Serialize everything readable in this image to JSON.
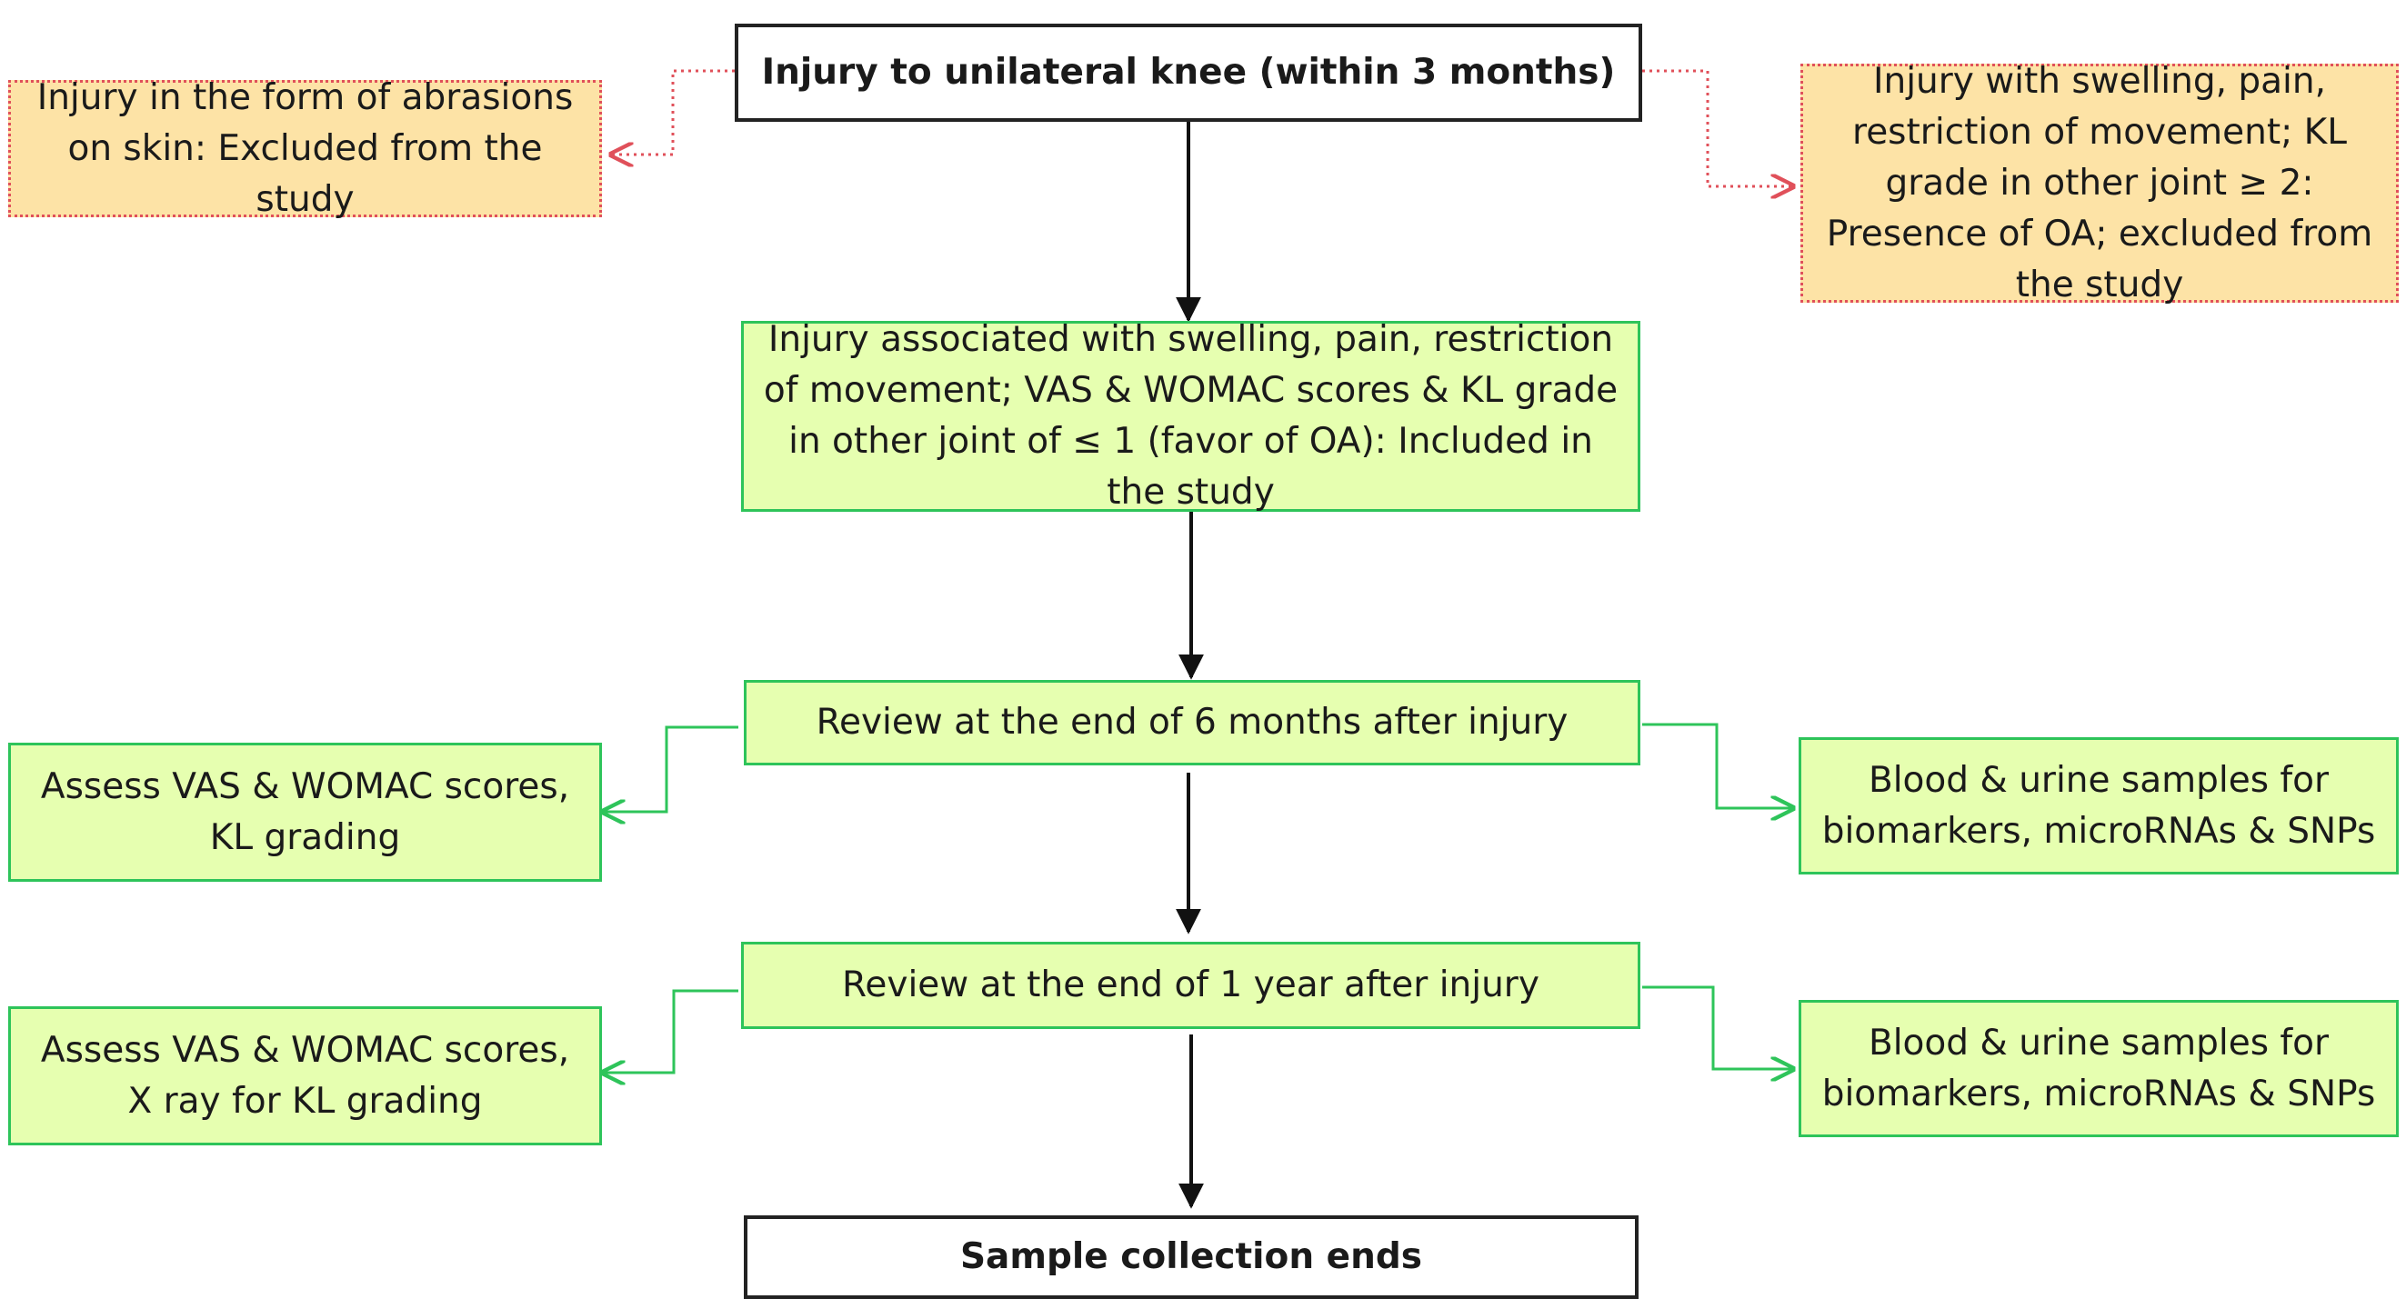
{
  "colors": {
    "green_fill": "#e6ffb0",
    "green_border": "#2ec45a",
    "orange_fill": "#fde3a6",
    "red_dotted": "#e0505a",
    "main_border": "#222222"
  },
  "nodes": {
    "start": "Injury to unilateral knee (within 3 months)",
    "exclude_abrasions": "Injury in the form of abrasions on skin: Excluded from the study",
    "exclude_oa": "Injury with swelling, pain, restriction of movement; KL grade in other joint ≥ 2: Presence of OA; excluded from the study",
    "included": "Injury associated with swelling, pain, restriction of movement; VAS & WOMAC scores & KL grade in other joint of ≤ 1 (favor of OA): Included in the study",
    "review_6m": "Review at the end of 6 months after injury",
    "assess_6m": "Assess VAS & WOMAC scores, KL grading",
    "samples_6m": "Blood & urine samples for biomarkers, microRNAs & SNPs",
    "review_1y": "Review at the end of 1 year after injury",
    "assess_1y": "Assess VAS & WOMAC scores, X ray for KL grading",
    "samples_1y": "Blood & urine samples for biomarkers, microRNAs & SNPs",
    "end": "Sample collection ends"
  }
}
